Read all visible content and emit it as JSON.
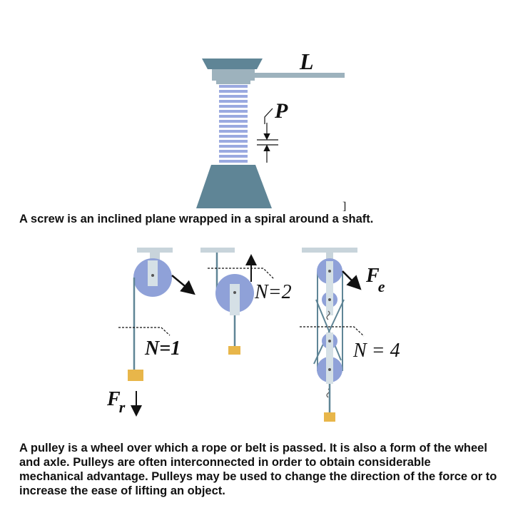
{
  "screw": {
    "label_L": "L",
    "label_P": "P",
    "bracket": "]",
    "caption": "A screw is an inclined plane wrapped in a spiral around a shaft."
  },
  "pulleys": {
    "label_N1": "N=1",
    "label_N2": "N=2",
    "label_N4": "N = 4",
    "label_Fr": "F",
    "label_Fr_sub": "r",
    "label_Fe": "F",
    "label_Fe_sub": "e",
    "caption": "A pulley is a wheel over which a rope or belt is passed. It is also a form of the wheel and axle. Pulleys are often interconnected in order to obtain considerable mechanical advantage. Pulleys may be used to change the direction of the force or to increase the ease of lifting an object."
  },
  "colors": {
    "steel": "#5f8596",
    "steel_light": "#9db2bd",
    "wheel": "#8fa1d8",
    "thread": "#9aa9e0",
    "weight": "#e8b64a",
    "axle": "#d5e0e6"
  }
}
